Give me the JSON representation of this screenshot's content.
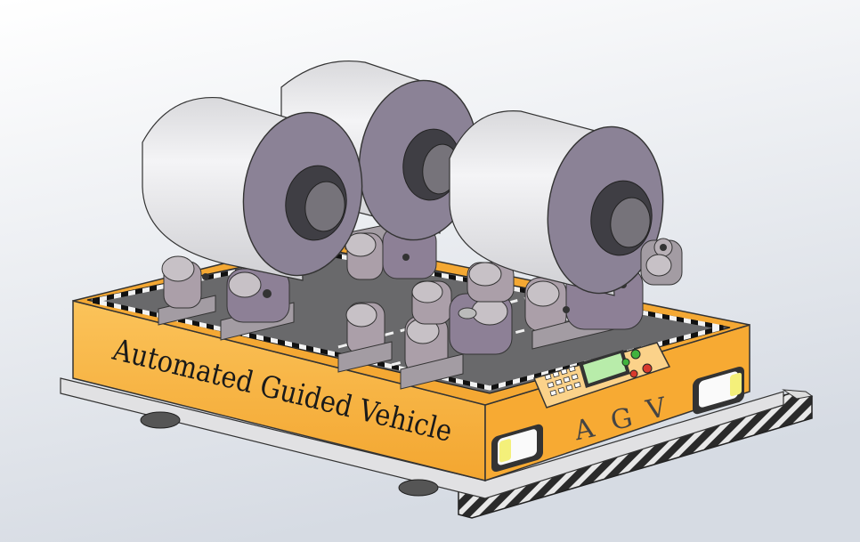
{
  "render": {
    "side_text": "Automated Guided Vehicle",
    "front_letters": [
      "A",
      "G",
      "V"
    ]
  },
  "colors": {
    "background_top": "#ffffff",
    "background_bottom": "#d9dde4",
    "body_orange": "#f9b43c",
    "body_orange_dark": "#d98c1b",
    "deck_gray": "#68686a",
    "roll_white": "#ececee",
    "roll_face": "#8b8296",
    "core_dark": "#3f3e44",
    "support_gray": "#a7a0a6",
    "support_purple": "#8d8096",
    "light_yellow": "#f4f07a",
    "button_green": "#41b23e",
    "button_red": "#d93a2d",
    "screen_green": "#b8ecaa"
  },
  "icons": [
    "control-panel-keypad",
    "control-panel-screen",
    "status-button-green",
    "status-button-red",
    "headlight"
  ]
}
